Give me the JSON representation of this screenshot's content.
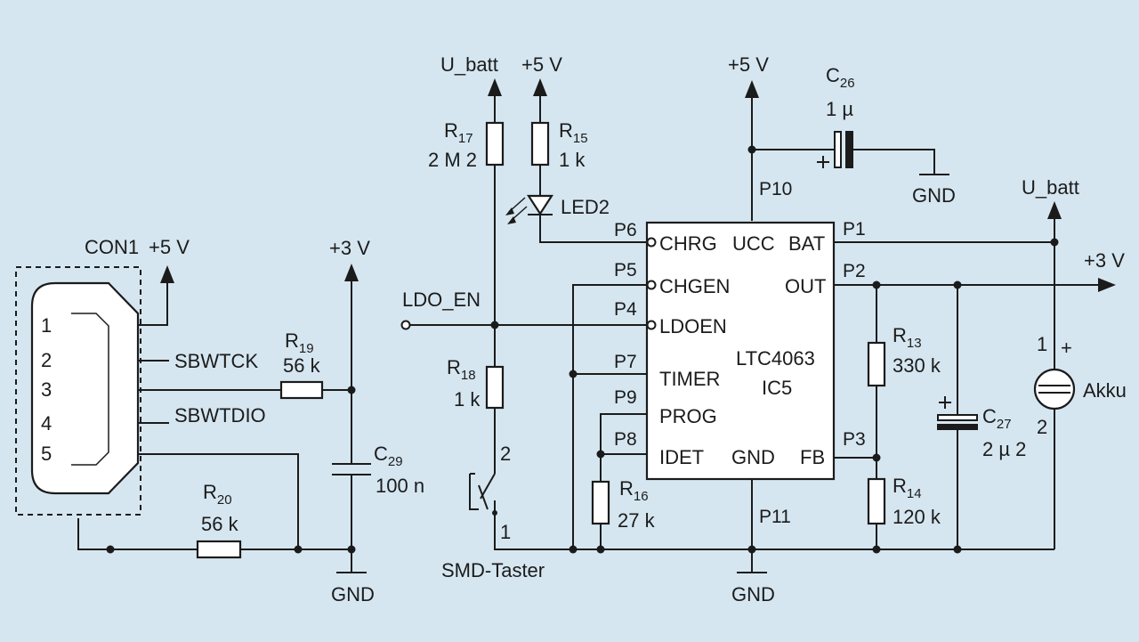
{
  "supplies": {
    "u_batt": "U_batt",
    "p5v": "+5 V",
    "p3v": "+3 V",
    "gnd": "GND"
  },
  "connector": {
    "name": "CON1",
    "pins": [
      "1",
      "2",
      "3",
      "4",
      "5"
    ],
    "signals": {
      "sbwtck": "SBWTCK",
      "sbwtdio": "SBWTDIO"
    }
  },
  "resistors": {
    "r19": {
      "base": "R",
      "sub": "19",
      "value": "56 k"
    },
    "r20": {
      "base": "R",
      "sub": "20",
      "value": "56 k"
    },
    "r17": {
      "base": "R",
      "sub": "17",
      "value": "2 M 2"
    },
    "r15": {
      "base": "R",
      "sub": "15",
      "value": "1 k"
    },
    "r18": {
      "base": "R",
      "sub": "18",
      "value": "1 k"
    },
    "r16": {
      "base": "R",
      "sub": "16",
      "value": "27 k"
    },
    "r13": {
      "base": "R",
      "sub": "13",
      "value": "330 k"
    },
    "r14": {
      "base": "R",
      "sub": "14",
      "value": "120 k"
    }
  },
  "capacitors": {
    "c29": {
      "base": "C",
      "sub": "29",
      "value": "100 n"
    },
    "c26": {
      "base": "C",
      "sub": "26",
      "value": "1 µ"
    },
    "c27": {
      "base": "C",
      "sub": "27",
      "value": "2 µ 2"
    }
  },
  "led": {
    "name": "LED2"
  },
  "net": {
    "ldo_en": "LDO_EN"
  },
  "switch": {
    "name": "SMD-Taster",
    "pin1": "1",
    "pin2": "2"
  },
  "ic": {
    "name": "LTC4063",
    "ref": "IC5",
    "pins": {
      "chrg": "CHRG",
      "chgen": "CHGEN",
      "ldoen": "LDOEN",
      "timer": "TIMER",
      "prog": "PROG",
      "idet": "IDET",
      "gnd": "GND",
      "ucc": "UCC",
      "bat": "BAT",
      "out": "OUT",
      "fb": "FB"
    },
    "pads": {
      "p1": "P1",
      "p2": "P2",
      "p3": "P3",
      "p4": "P4",
      "p5": "P5",
      "p6": "P6",
      "p7": "P7",
      "p8": "P8",
      "p9": "P9",
      "p10": "P10",
      "p11": "P11"
    }
  },
  "battery": {
    "name": "Akku",
    "plus": "+",
    "pin1": "1",
    "pin2": "2"
  }
}
